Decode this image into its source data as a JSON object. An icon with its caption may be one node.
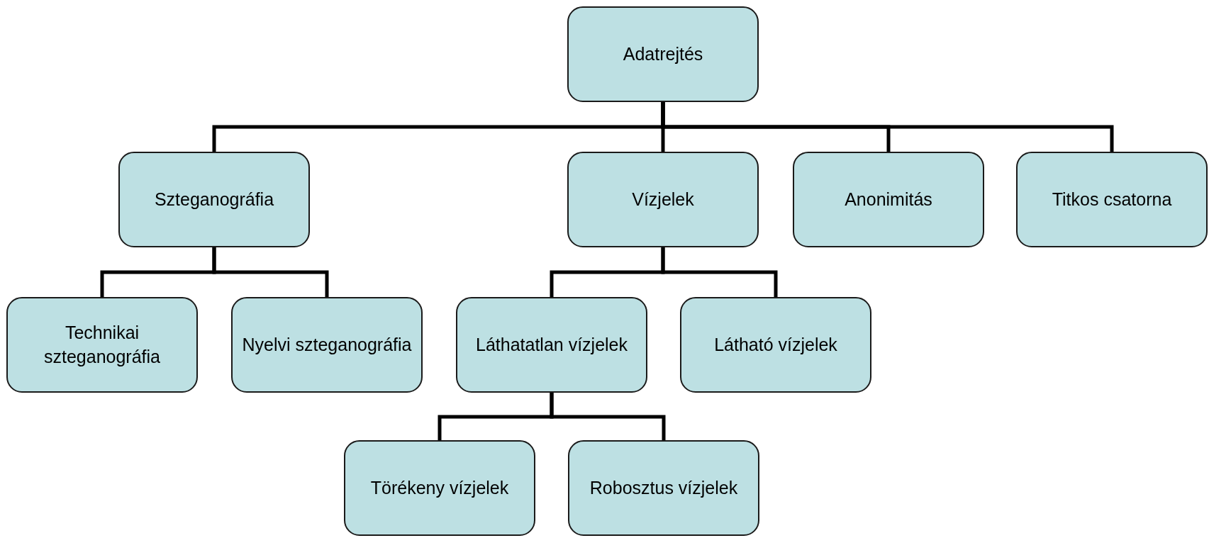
{
  "diagram": {
    "nodes": [
      {
        "text": [
          "Adatrejtés"
        ]
      },
      {
        "text": [
          "Szteganográfia"
        ]
      },
      {
        "text": [
          "Vízjelek"
        ]
      },
      {
        "text": [
          "Anonimitás"
        ]
      },
      {
        "text": [
          "Titkos csatorna"
        ]
      },
      {
        "text": [
          "Technikai szteganográfia"
        ]
      },
      {
        "text": [
          "Nyelvi szteganográfia"
        ]
      },
      {
        "text": [
          "Láthatatlan vízjelek"
        ]
      },
      {
        "text": [
          "Látható vízjelek"
        ]
      },
      {
        "text": [
          "Törékeny vízjelek"
        ]
      },
      {
        "text": [
          "Robosztus vízjelek"
        ]
      }
    ],
    "edges": [
      {
        "from": 0,
        "to": 1,
        "arrow": "none"
      },
      {
        "from": 0,
        "to": 2,
        "arrow": "none"
      },
      {
        "from": 0,
        "to": 3,
        "arrow": "none"
      },
      {
        "from": 0,
        "to": 4,
        "arrow": "none"
      },
      {
        "from": 1,
        "to": 5,
        "arrow": "none"
      },
      {
        "from": 1,
        "to": 6,
        "arrow": "none"
      },
      {
        "from": 2,
        "to": 7,
        "arrow": "none"
      },
      {
        "from": 2,
        "to": 8,
        "arrow": "none"
      },
      {
        "from": 7,
        "to": 9,
        "arrow": "none"
      },
      {
        "from": 7,
        "to": 10,
        "arrow": "none"
      }
    ]
  }
}
